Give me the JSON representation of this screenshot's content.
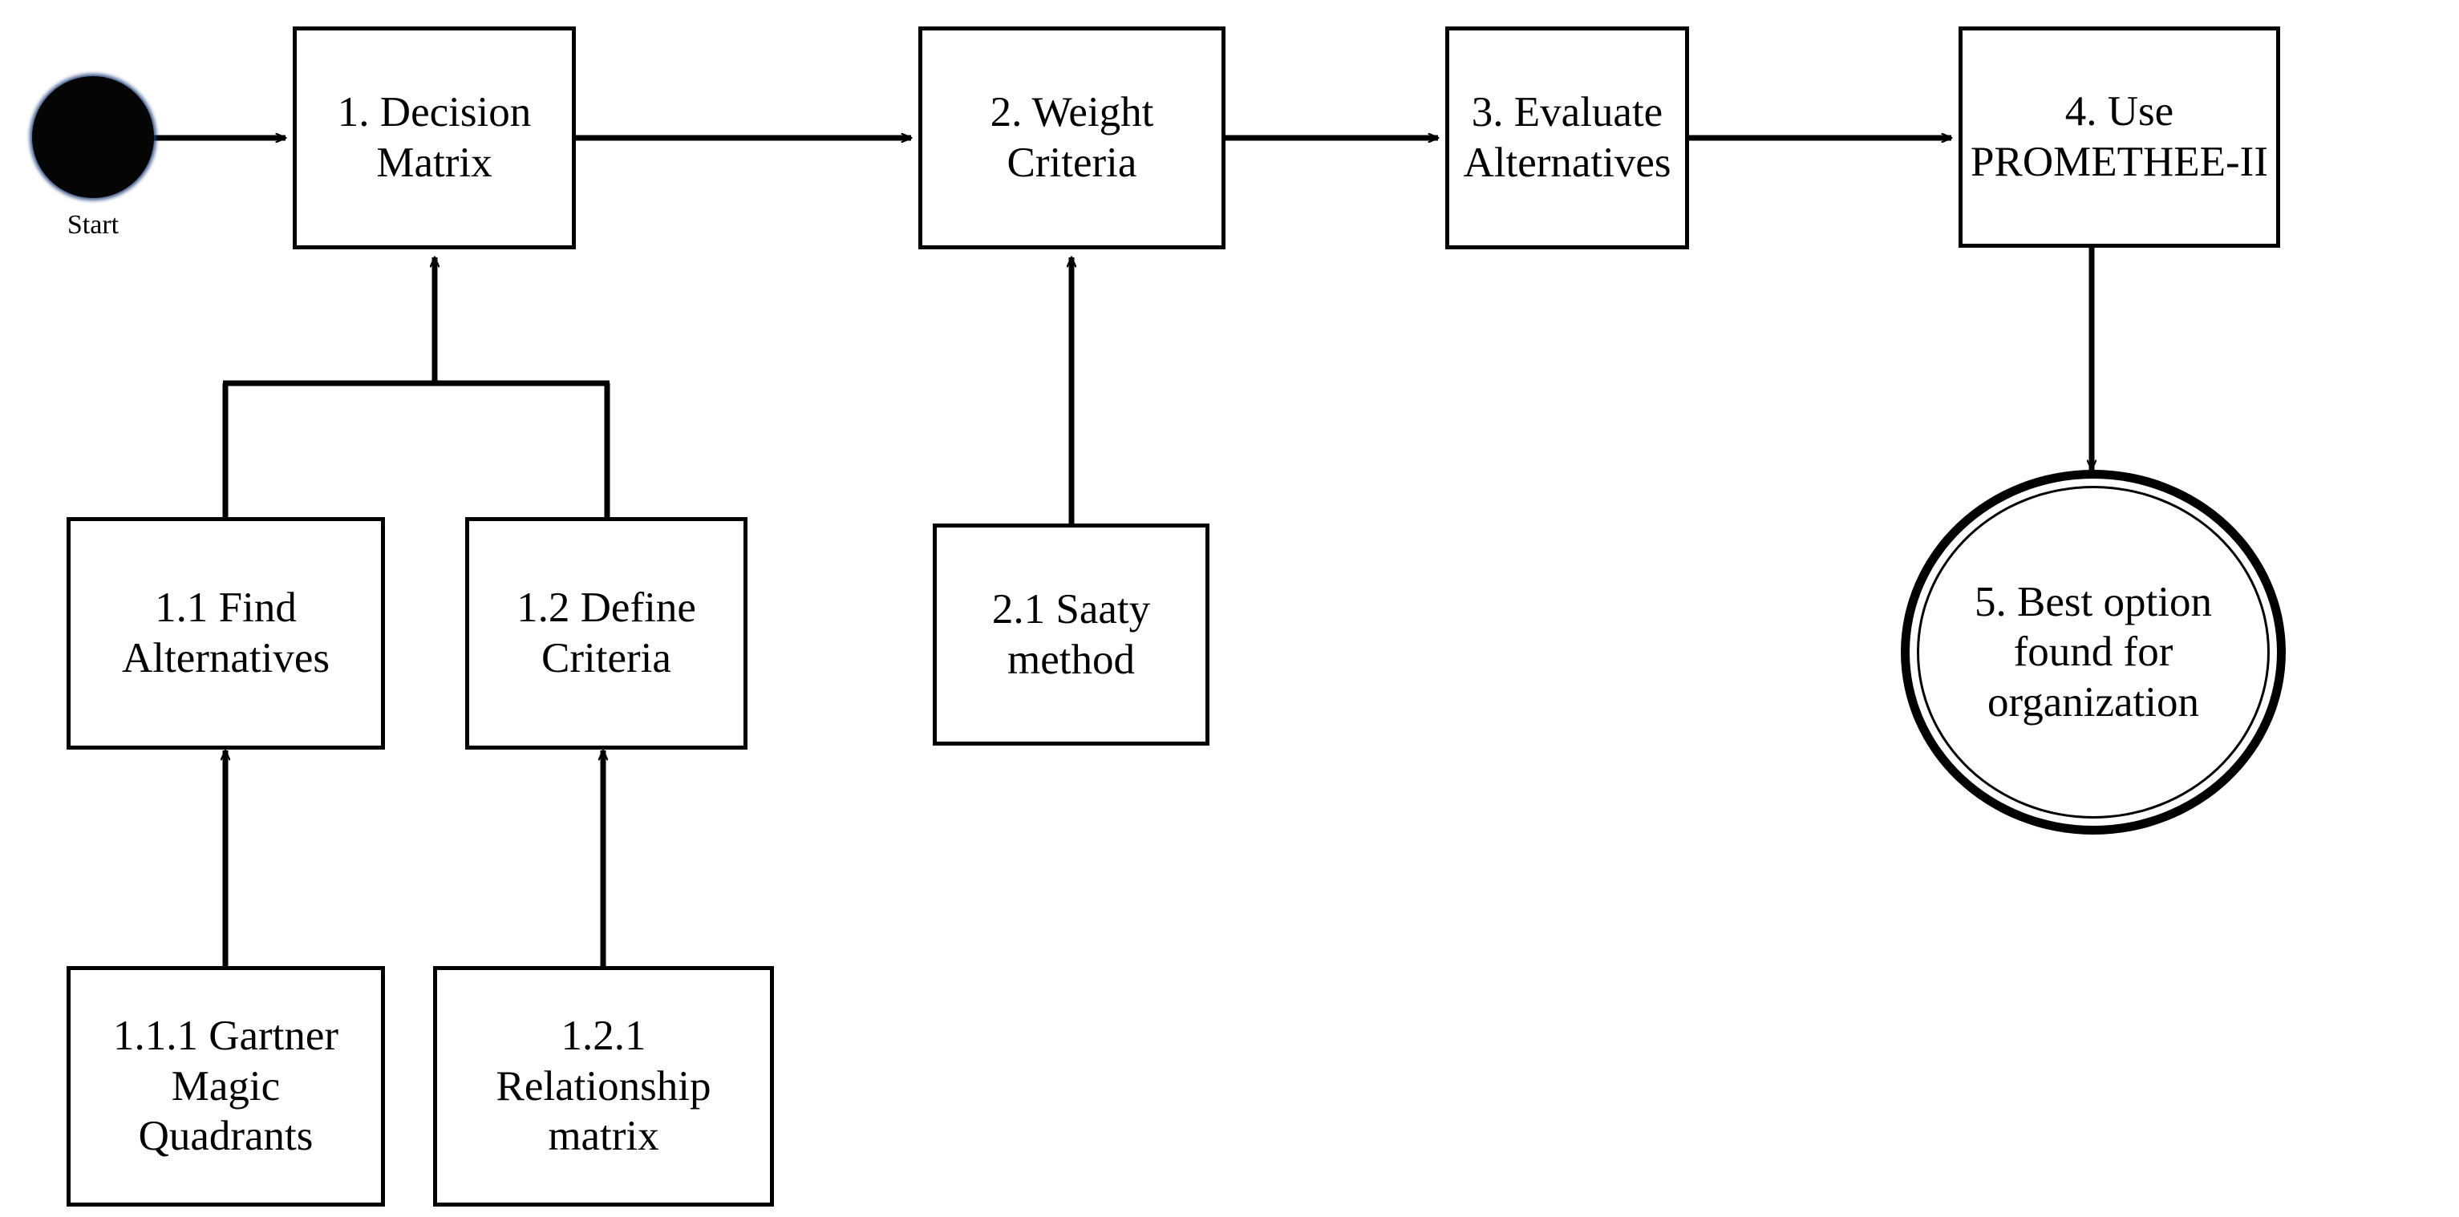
{
  "diagram": {
    "title": "Decision-making methodology flowchart",
    "background_color": "#ffffff",
    "line_color": "#000000",
    "start_node_fill": "#050505",
    "start_node_glow": "#1c3e78"
  },
  "start": {
    "shape": "filled-circle",
    "label": "Start"
  },
  "nodes": [
    {
      "id": "n1",
      "label": "1. Decision\nMatrix",
      "shape": "rect"
    },
    {
      "id": "n2",
      "label": "2. Weight\nCriteria",
      "shape": "rect"
    },
    {
      "id": "n3",
      "label": "3. Evaluate\nAlternatives",
      "shape": "rect"
    },
    {
      "id": "n4",
      "label": "4. Use\nPROMETHEE-II",
      "shape": "rect"
    },
    {
      "id": "n11",
      "label": "1.1 Find\nAlternatives",
      "shape": "rect"
    },
    {
      "id": "n12",
      "label": "1.2 Define\nCriteria",
      "shape": "rect"
    },
    {
      "id": "n21",
      "label": "2.1 Saaty\nmethod",
      "shape": "rect"
    },
    {
      "id": "n111",
      "label": "1.1.1 Gartner\nMagic\nQuadrants",
      "shape": "rect"
    },
    {
      "id": "n121",
      "label": "1.2.1\nRelationship\nmatrix",
      "shape": "rect"
    },
    {
      "id": "n5",
      "label": "5. Best option\nfound for\norganization",
      "shape": "double-ellipse"
    }
  ],
  "edges": [
    {
      "from": "start",
      "to": "n1",
      "direction": "right",
      "arrowhead": true
    },
    {
      "from": "n1",
      "to": "n2",
      "direction": "right",
      "arrowhead": true
    },
    {
      "from": "n2",
      "to": "n3",
      "direction": "right",
      "arrowhead": true
    },
    {
      "from": "n3",
      "to": "n4",
      "direction": "right",
      "arrowhead": true
    },
    {
      "from": "n4",
      "to": "n5",
      "direction": "down",
      "arrowhead": true
    },
    {
      "from": "n11_n12_join",
      "to": "n1",
      "direction": "up",
      "arrowhead": true
    },
    {
      "from": "n11",
      "to": "n11_n12_join",
      "direction": "up",
      "arrowhead": false
    },
    {
      "from": "n12",
      "to": "n11_n12_join",
      "direction": "up",
      "arrowhead": false
    },
    {
      "from": "n21",
      "to": "n2",
      "direction": "up",
      "arrowhead": true
    },
    {
      "from": "n111",
      "to": "n11",
      "direction": "up",
      "arrowhead": true
    },
    {
      "from": "n121",
      "to": "n12",
      "direction": "up",
      "arrowhead": true
    }
  ]
}
